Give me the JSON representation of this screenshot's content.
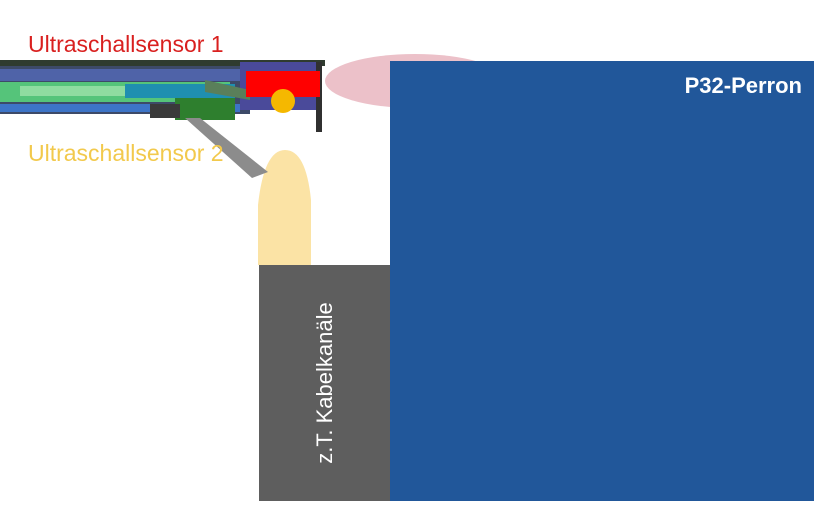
{
  "labels": {
    "sensor1": "Ultraschallsensor 1",
    "sensor2": "Ultraschallsensor 2",
    "perron": "P32-Perron",
    "cable": "z.T. Kabelkanäle"
  },
  "colors": {
    "sensor1": "#d9201f",
    "sensor2": "#f2c94c",
    "perron": "#21579a",
    "cable": "#5e5e5e",
    "beam1": "#e9b6bf",
    "beam2": "#fbe1a0"
  }
}
